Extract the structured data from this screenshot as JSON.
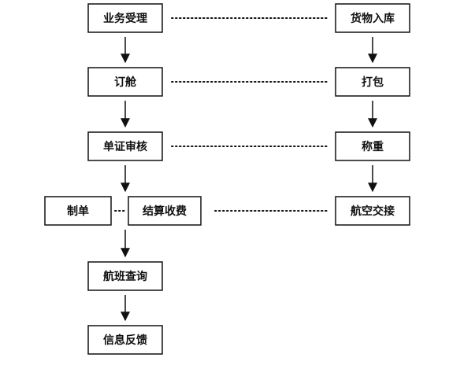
{
  "nodes": {
    "business_acceptance": "业务受理",
    "booking": "订舱",
    "document_review": "单证审核",
    "document_prep": "制单",
    "settlement_fees": "结算收费",
    "flight_inquiry": "航班查询",
    "info_feedback": "信息反馈",
    "goods_warehousing": "货物入库",
    "packing": "打包",
    "weighing": "称重",
    "air_handover": "航空交接"
  }
}
